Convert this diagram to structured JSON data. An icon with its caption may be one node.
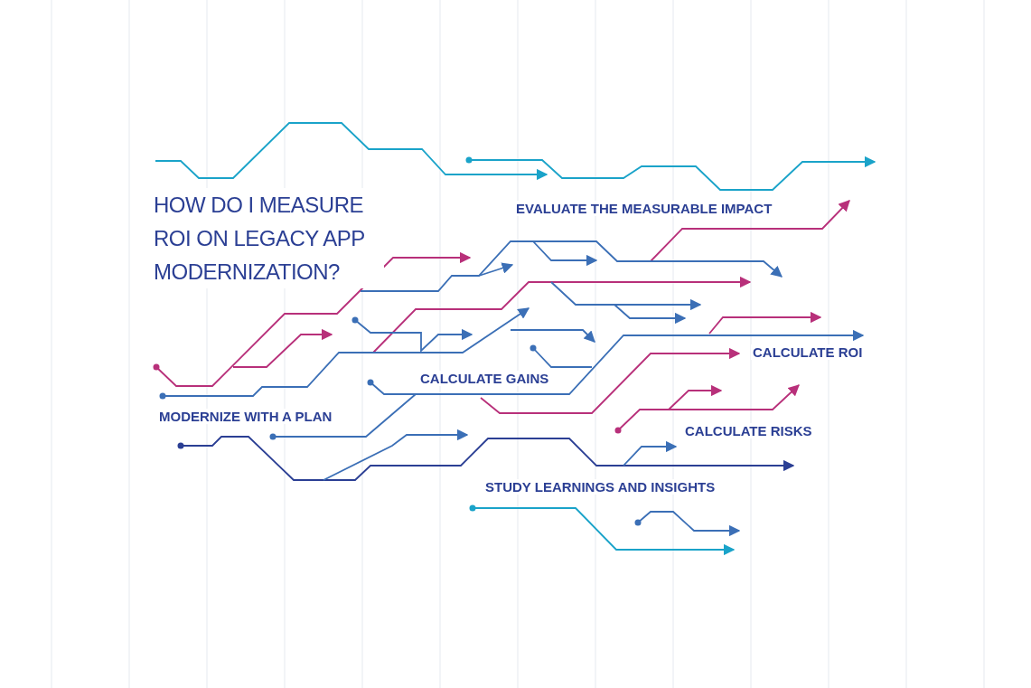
{
  "diagram": {
    "title": "HOW DO I MEASURE ROI ON LEGACY APP MODERNIZATION?",
    "labels": [
      "EVALUATE THE MEASURABLE IMPACT",
      "CALCULATE ROI",
      "CALCULATE GAINS",
      "MODERNIZE WITH A PLAN",
      "CALCULATE RISKS",
      "STUDY LEARNINGS AND INSIGHTS"
    ]
  }
}
